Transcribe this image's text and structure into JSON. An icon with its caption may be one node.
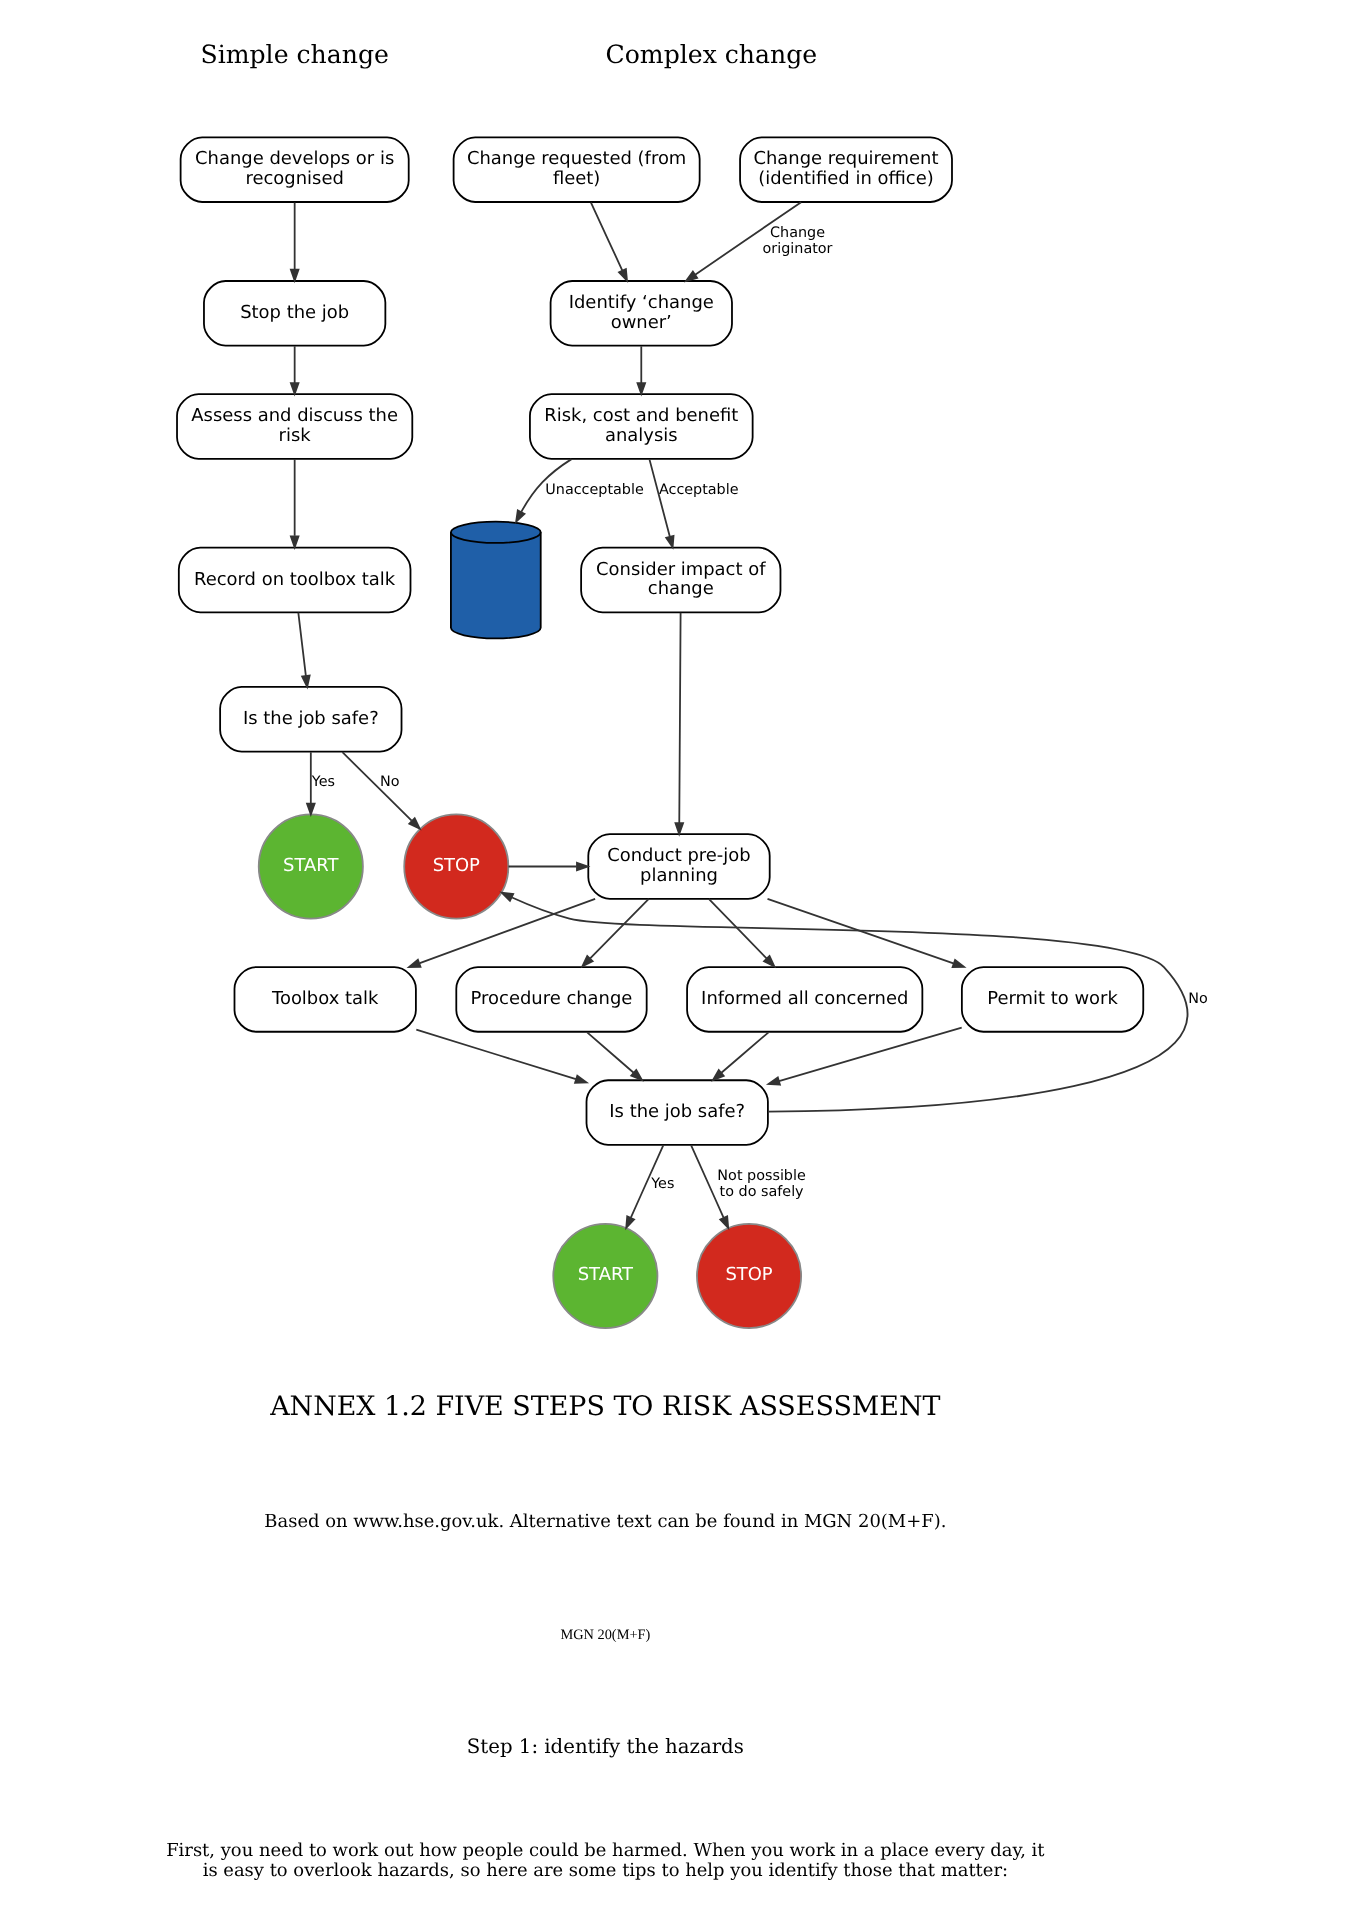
{
  "diagram": {
    "nodes": [
      {
        "text": [
          "Change develops or is recognised"
        ]
      },
      {
        "text": [
          "Stop the job"
        ]
      },
      {
        "text": [
          "Assess and discuss the risk"
        ]
      },
      {
        "text": [
          "Record on toolbox talk"
        ]
      },
      {
        "text": [
          "Is the job safe?"
        ]
      },
      {
        "text": [
          "START"
        ]
      },
      {
        "text": [
          "STOP"
        ]
      },
      {
        "text": [
          "Change requirement (identified in office)"
        ]
      },
      {
        "text": [
          "Change requested (from fleet)"
        ]
      },
      {
        "text": [
          "Identify ‘change owner’"
        ]
      },
      {
        "text": [
          "Risk, cost and benefit analysis"
        ]
      },
      {
        "text": [
          "Consider impact of change"
        ]
      },
      {
        "text": [],
        "shape": "picture"
      },
      {
        "text": [
          "Conduct pre-job planning"
        ]
      },
      {
        "text": [
          "Permit to work"
        ]
      },
      {
        "text": [
          "Toolbox talk"
        ]
      },
      {
        "text": [
          "Procedure change"
        ]
      },
      {
        "text": [
          "Informed all concerned"
        ]
      },
      {
        "text": [
          "Is the job safe?"
        ]
      },
      {
        "text": [
          "START"
        ]
      },
      {
        "text": [
          "STOP"
        ]
      }
    ],
    "edges": [
      {
        "from": 0,
        "to": 1,
        "arrow": "to"
      },
      {
        "from": 1,
        "to": 2,
        "arrow": "to"
      },
      {
        "from": 2,
        "to": 3,
        "arrow": "to"
      },
      {
        "from": 3,
        "to": 4,
        "arrow": "to"
      },
      {
        "from": 4,
        "to": 5,
        "arrow": "to",
        "label": "Yes"
      },
      {
        "from": 4,
        "to": 6,
        "arrow": "to",
        "label": "No"
      },
      {
        "from": 6,
        "to": 13,
        "arrow": "to"
      },
      {
        "from": 7,
        "to": 9,
        "arrow": "to",
        "label": "Change originator"
      },
      {
        "from": 8,
        "to": 9,
        "arrow": "to"
      },
      {
        "from": 9,
        "to": 10,
        "arrow": "to"
      },
      {
        "from": 10,
        "to": 11,
        "arrow": "to",
        "label": "Acceptable"
      },
      {
        "from": 10,
        "to": 12,
        "arrow": "to",
        "label": "Unacceptable"
      },
      {
        "from": 11,
        "to": 13,
        "arrow": "to"
      },
      {
        "from": 13,
        "to": 14,
        "arrow": "to"
      },
      {
        "from": 13,
        "to": 15,
        "arrow": "to"
      },
      {
        "from": 13,
        "to": 16,
        "arrow": "to"
      },
      {
        "from": 13,
        "to": 17,
        "arrow": "to"
      },
      {
        "from": 14,
        "to": 18,
        "arrow": "to"
      },
      {
        "from": 15,
        "to": 18,
        "arrow": "to"
      },
      {
        "from": 16,
        "to": 18,
        "arrow": "to"
      },
      {
        "from": 17,
        "to": 18,
        "arrow": "to"
      },
      {
        "from": 18,
        "to": 6,
        "arrow": "to",
        "label": "No"
      },
      {
        "from": 18,
        "to": 19,
        "arrow": "to",
        "label": "Yes"
      },
      {
        "from": 18,
        "to": 20,
        "arrow": "to",
        "label": "Not possible to do safely"
      }
    ],
    "labels": [
      "Simple change",
      "Complex change",
      "ANNEX 1.2 FIVE STEPS TO RISK ASSESSMENT",
      "Based on www.hse.gov.uk. Alternative text can be found in MGN 20(M+F).",
      "MGN 20(M+F)",
      "Step 1: identify the hazards",
      "First, you need to work out how people could be harmed. When you work in a place every day, it is easy to overlook hazards, so here are some tips to help you identify those that matter:"
    ]
  }
}
